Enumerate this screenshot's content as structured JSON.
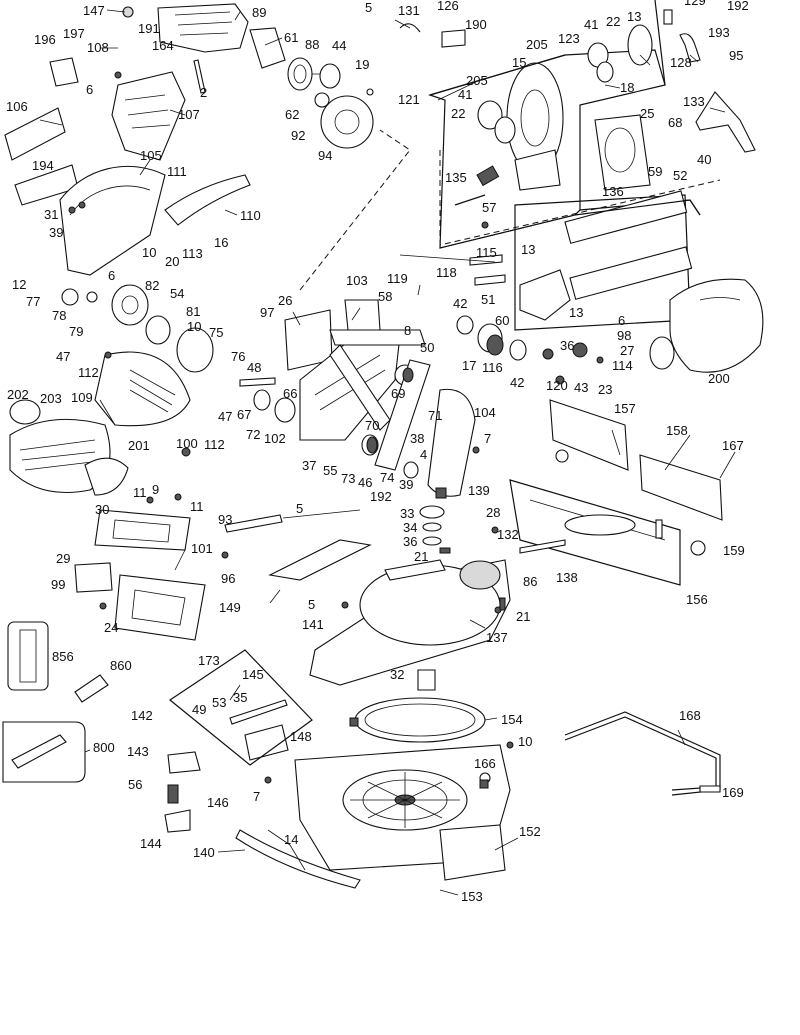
{
  "part_labels": [
    {
      "text": "147"
    },
    {
      "text": "191"
    },
    {
      "text": "164"
    },
    {
      "text": "89"
    },
    {
      "text": "61"
    },
    {
      "text": "88"
    },
    {
      "text": "44"
    },
    {
      "text": "2"
    },
    {
      "text": "196"
    },
    {
      "text": "197"
    },
    {
      "text": "108"
    },
    {
      "text": "6"
    },
    {
      "text": "107"
    },
    {
      "text": "106"
    },
    {
      "text": "105"
    },
    {
      "text": "194"
    },
    {
      "text": "31"
    },
    {
      "text": "39"
    },
    {
      "text": "111"
    },
    {
      "text": "110"
    },
    {
      "text": "10"
    },
    {
      "text": "20"
    },
    {
      "text": "113"
    },
    {
      "text": "16"
    },
    {
      "text": "5"
    },
    {
      "text": "131"
    },
    {
      "text": "126"
    },
    {
      "text": "190"
    },
    {
      "text": "19"
    },
    {
      "text": "62"
    },
    {
      "text": "92"
    },
    {
      "text": "94"
    },
    {
      "text": "205"
    },
    {
      "text": "123"
    },
    {
      "text": "41"
    },
    {
      "text": "22"
    },
    {
      "text": "13"
    },
    {
      "text": "15"
    },
    {
      "text": "205"
    },
    {
      "text": "41"
    },
    {
      "text": "121"
    },
    {
      "text": "22"
    },
    {
      "text": "18"
    },
    {
      "text": "129"
    },
    {
      "text": "192"
    },
    {
      "text": "193"
    },
    {
      "text": "95"
    },
    {
      "text": "128"
    },
    {
      "text": "133"
    },
    {
      "text": "25"
    },
    {
      "text": "68"
    },
    {
      "text": "40"
    },
    {
      "text": "59"
    },
    {
      "text": "52"
    },
    {
      "text": "136"
    },
    {
      "text": "135"
    },
    {
      "text": "57"
    },
    {
      "text": "13"
    },
    {
      "text": "115"
    },
    {
      "text": "118"
    },
    {
      "text": "51"
    },
    {
      "text": "13"
    },
    {
      "text": "12"
    },
    {
      "text": "6"
    },
    {
      "text": "82"
    },
    {
      "text": "54"
    },
    {
      "text": "77"
    },
    {
      "text": "78"
    },
    {
      "text": "79"
    },
    {
      "text": "103"
    },
    {
      "text": "119"
    },
    {
      "text": "58"
    },
    {
      "text": "26"
    },
    {
      "text": "97"
    },
    {
      "text": "81"
    },
    {
      "text": "10"
    },
    {
      "text": "75"
    },
    {
      "text": "47"
    },
    {
      "text": "112"
    },
    {
      "text": "76"
    },
    {
      "text": "48"
    },
    {
      "text": "8"
    },
    {
      "text": "50"
    },
    {
      "text": "42"
    },
    {
      "text": "60"
    },
    {
      "text": "6"
    },
    {
      "text": "98"
    },
    {
      "text": "27"
    },
    {
      "text": "36"
    },
    {
      "text": "114"
    },
    {
      "text": "17"
    },
    {
      "text": "116"
    },
    {
      "text": "42"
    },
    {
      "text": "120"
    },
    {
      "text": "43"
    },
    {
      "text": "23"
    },
    {
      "text": "200"
    },
    {
      "text": "202"
    },
    {
      "text": "203"
    },
    {
      "text": "109"
    },
    {
      "text": "47"
    },
    {
      "text": "67"
    },
    {
      "text": "66"
    },
    {
      "text": "69"
    },
    {
      "text": "71"
    },
    {
      "text": "104"
    },
    {
      "text": "157"
    },
    {
      "text": "100"
    },
    {
      "text": "112"
    },
    {
      "text": "72"
    },
    {
      "text": "102"
    },
    {
      "text": "70"
    },
    {
      "text": "38"
    },
    {
      "text": "7"
    },
    {
      "text": "201"
    },
    {
      "text": "37"
    },
    {
      "text": "55"
    },
    {
      "text": "73"
    },
    {
      "text": "46"
    },
    {
      "text": "74"
    },
    {
      "text": "4"
    },
    {
      "text": "39"
    },
    {
      "text": "192"
    },
    {
      "text": "158"
    },
    {
      "text": "167"
    },
    {
      "text": "11"
    },
    {
      "text": "9"
    },
    {
      "text": "11"
    },
    {
      "text": "30"
    },
    {
      "text": "139"
    },
    {
      "text": "5"
    },
    {
      "text": "93"
    },
    {
      "text": "33"
    },
    {
      "text": "34"
    },
    {
      "text": "36"
    },
    {
      "text": "132"
    },
    {
      "text": "101"
    },
    {
      "text": "28"
    },
    {
      "text": "159"
    },
    {
      "text": "29"
    },
    {
      "text": "96"
    },
    {
      "text": "21"
    },
    {
      "text": "138"
    },
    {
      "text": "99"
    },
    {
      "text": "86"
    },
    {
      "text": "156"
    },
    {
      "text": "24"
    },
    {
      "text": "149"
    },
    {
      "text": "5"
    },
    {
      "text": "21"
    },
    {
      "text": "141"
    },
    {
      "text": "137"
    },
    {
      "text": "856"
    },
    {
      "text": "860"
    },
    {
      "text": "173"
    },
    {
      "text": "145"
    },
    {
      "text": "32"
    },
    {
      "text": "53"
    },
    {
      "text": "35"
    },
    {
      "text": "49"
    },
    {
      "text": "154"
    },
    {
      "text": "168"
    },
    {
      "text": "142"
    },
    {
      "text": "148"
    },
    {
      "text": "800"
    },
    {
      "text": "10"
    },
    {
      "text": "143"
    },
    {
      "text": "166"
    },
    {
      "text": "56"
    },
    {
      "text": "7"
    },
    {
      "text": "146"
    },
    {
      "text": "169"
    },
    {
      "text": "14"
    },
    {
      "text": "152"
    },
    {
      "text": "144"
    },
    {
      "text": "140"
    },
    {
      "text": "153"
    }
  ]
}
